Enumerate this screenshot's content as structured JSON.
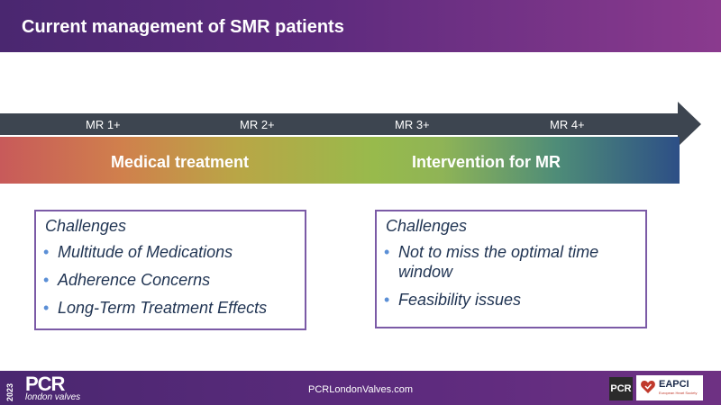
{
  "header": {
    "title": "Current management of SMR patients"
  },
  "scale": {
    "labels": [
      "MR 1+",
      "MR 2+",
      "MR 3+",
      "MR 4+"
    ]
  },
  "bands": {
    "left": "Medical treatment",
    "right": "Intervention for MR"
  },
  "boxes": {
    "left": {
      "title": "Challenges",
      "items": [
        "Multitude of Medications",
        "Adherence Concerns",
        "Long-Term Treatment Effects"
      ]
    },
    "right": {
      "title": "Challenges",
      "items": [
        "Not to miss the optimal time window",
        "Feasibility issues"
      ]
    }
  },
  "footer": {
    "year": "2023",
    "brand": "PCR",
    "brand_sub": "london valves",
    "url": "PCRLondonValves.com",
    "badge": "PCR",
    "partner": "EAPCI",
    "partner_sub": "European Heart Society"
  },
  "colors": {
    "header": "#5e2b7e",
    "arrow": "#3d4550",
    "box_border": "#7b5aa6",
    "bullet": "#5b8fd6",
    "text": "#1f3352"
  }
}
